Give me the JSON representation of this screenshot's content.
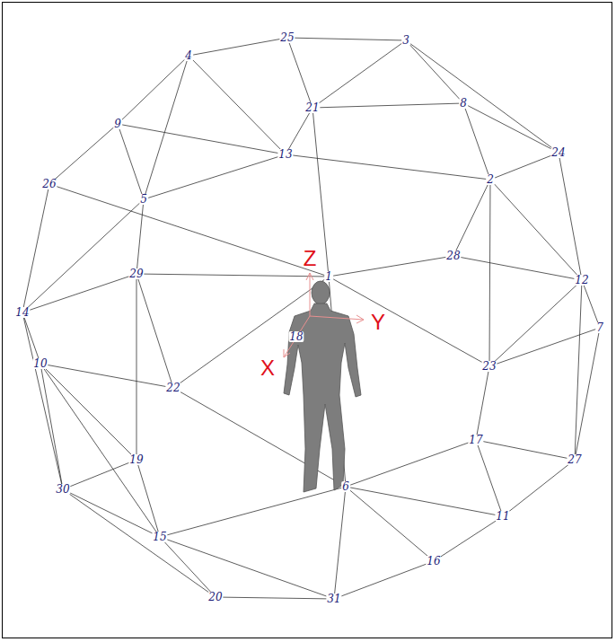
{
  "diagram": {
    "labels": [
      "25",
      "3",
      "4",
      "21",
      "8",
      "9",
      "13",
      "24",
      "26",
      "2",
      "5",
      "28",
      "1",
      "29",
      "12",
      "14",
      "7",
      "18",
      "10",
      "22",
      "23",
      "17",
      "27",
      "19",
      "6",
      "30",
      "11",
      "15",
      "16",
      "20",
      "31",
      "Z",
      "Y",
      "X"
    ]
  }
}
